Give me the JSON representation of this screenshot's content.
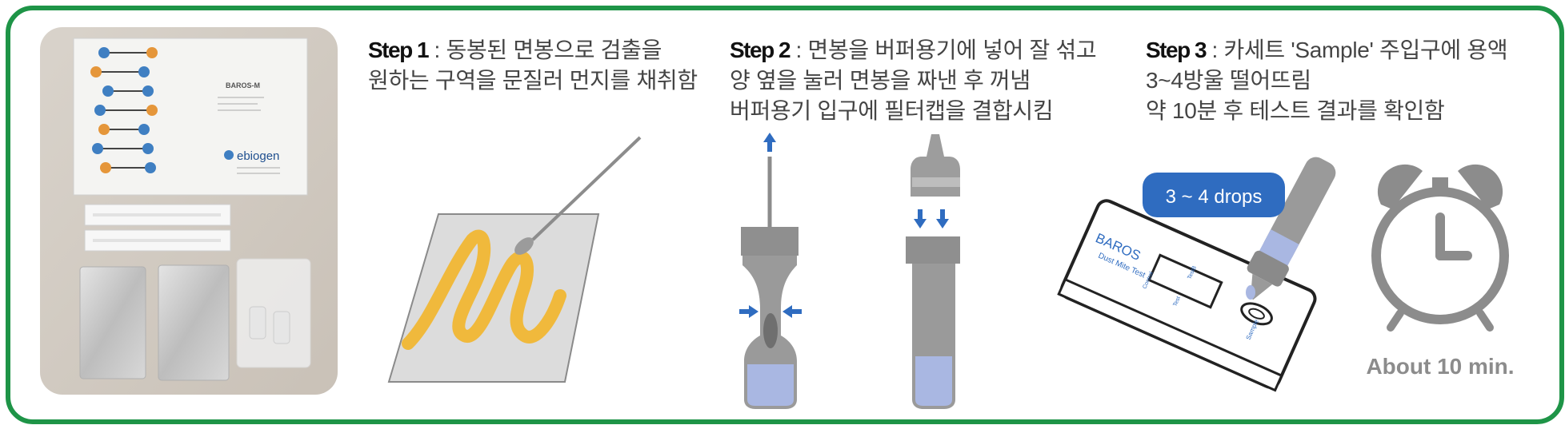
{
  "steps": [
    {
      "label": "Step 1",
      "separator": " : ",
      "lines": [
        "동봉된 면봉으로 검출을",
        "원하는 구역을 문질러 먼지를 채취함"
      ]
    },
    {
      "label": "Step 2",
      "separator": " : ",
      "lines": [
        "면봉을 버퍼용기에 넣어 잘 섞고",
        "양 옆을 눌러 면봉을 짜낸 후 꺼냄",
        "버퍼용기 입구에 필터캡을 결합시킴"
      ]
    },
    {
      "label": "Step 3",
      "separator": " : ",
      "lines": [
        "카세트 'Sample' 주입구에 용액",
        "3~4방울 떨어뜨림",
        "약 10분 후 테스트 결과를 확인함"
      ]
    }
  ],
  "kit": {
    "brand": "ebiogen",
    "product": "BAROS-M"
  },
  "cassette": {
    "brand": "BAROS",
    "subtitle": "Dust Mite Test",
    "control_label": "Control",
    "test_label": "Test",
    "test2_label": "TestB",
    "sample_label": "Sample"
  },
  "drops_badge": "3 ~ 4 drops",
  "timer_label": "About 10 min.",
  "colors": {
    "frame": "#1e9447",
    "accent_blue": "#2f6cc0",
    "smear_yellow": "#f0b93c",
    "liquid": "#a9b7e2",
    "grey_tool": "#8c8c8c"
  }
}
